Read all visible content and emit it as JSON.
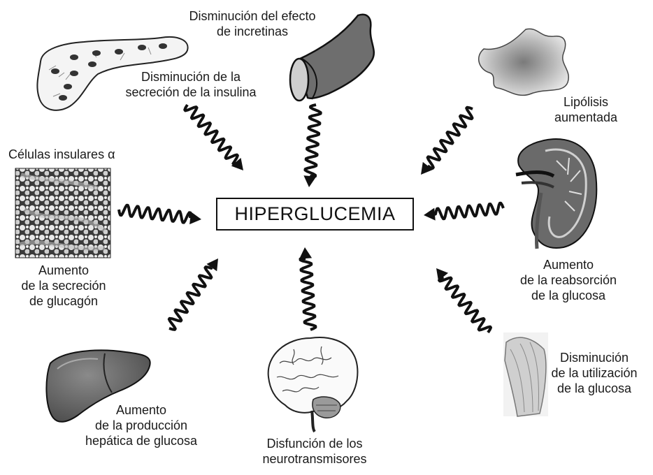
{
  "center": "HIPERGLUCEMIA",
  "factors": {
    "pancreas": [
      "Disminución de la",
      "secreción de la insulina"
    ],
    "incretins": [
      "Disminución del efecto",
      "de incretinas"
    ],
    "lipolysis": [
      "Lipólisis",
      "aumentada"
    ],
    "alpha_title": "Células insulares α",
    "glucagon": [
      "Aumento",
      "de la secreción",
      "de glucagón"
    ],
    "kidney": [
      "Aumento",
      "de la reabsorción",
      "de la glucosa"
    ],
    "liver": [
      "Aumento",
      "de la producción",
      "hepática de glucosa"
    ],
    "brain": [
      "Disfunción de los",
      "neurotransmisores"
    ],
    "muscle": [
      "Disminución",
      "de la utilización",
      "de la glucosa"
    ]
  },
  "colors": {
    "ink": "#111111",
    "organ_gray": "#6e6e6e",
    "light_gray": "#d9d9d9"
  },
  "icons": [
    "pancreas-icon",
    "intestine-icon",
    "fat-tissue-icon",
    "islet-cells-icon",
    "kidney-icon",
    "liver-icon",
    "brain-icon",
    "muscle-icon",
    "wavy-arrow-icon"
  ]
}
